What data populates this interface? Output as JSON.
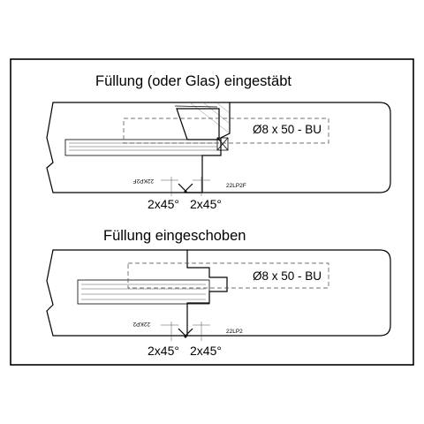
{
  "top_section": {
    "title": "Füllung (oder Glas) eingestäbt",
    "dowel_label": "Ø8 x 50 - BU",
    "profile_label_left": "22KP2F",
    "profile_label_right": "22LP2F",
    "chamfer_left": "2x45°",
    "chamfer_right": "2x45°"
  },
  "bottom_section": {
    "title": "Füllung eingeschoben",
    "dowel_label": "Ø8 x 50 - BU",
    "profile_label_left": "22KP2",
    "profile_label_right": "22LP2",
    "chamfer_left": "2x45°",
    "chamfer_right": "2x45°"
  }
}
